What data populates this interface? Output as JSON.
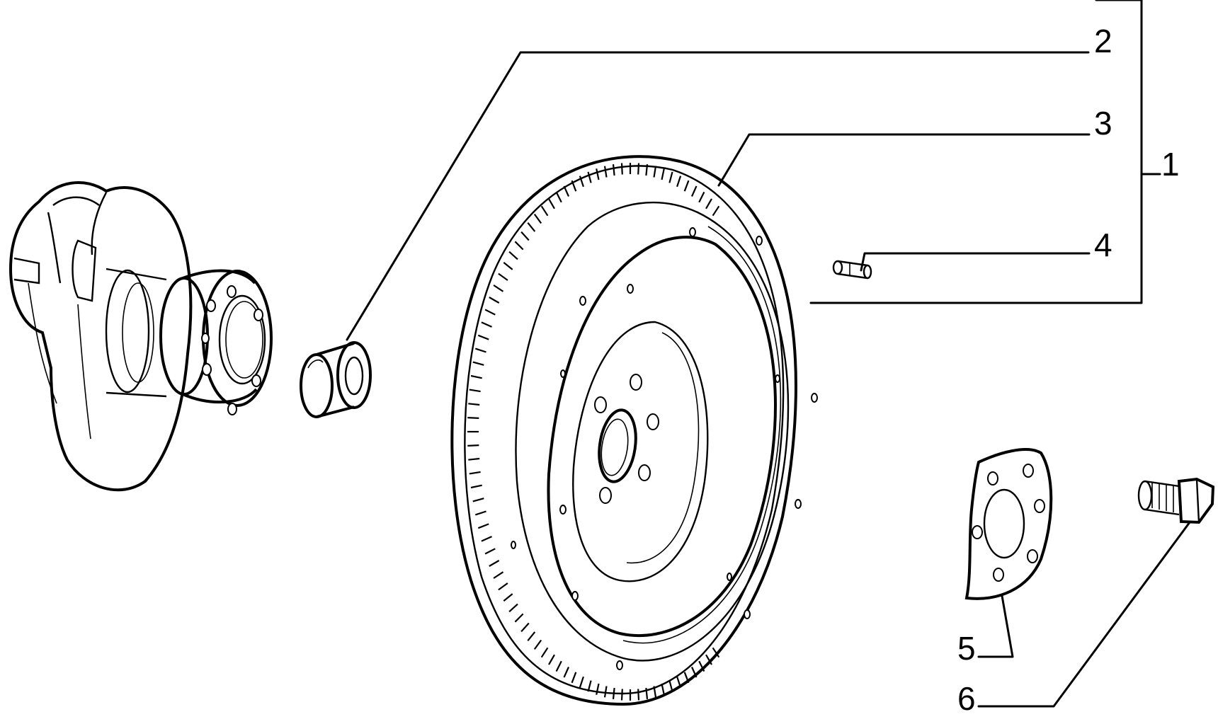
{
  "callouts": {
    "c1": "1",
    "c2": "2",
    "c3": "3",
    "c4": "4",
    "c5": "5",
    "c6": "6"
  },
  "parts": [
    {
      "id": "crankshaft-flange"
    },
    {
      "id": "pilot-bushing",
      "callout": "2"
    },
    {
      "id": "flywheel-assembly",
      "callout": "1"
    },
    {
      "id": "ring-gear",
      "callout": "3"
    },
    {
      "id": "dowel-pin",
      "callout": "4"
    },
    {
      "id": "lock-plate",
      "callout": "5"
    },
    {
      "id": "flywheel-bolt",
      "callout": "6"
    }
  ]
}
